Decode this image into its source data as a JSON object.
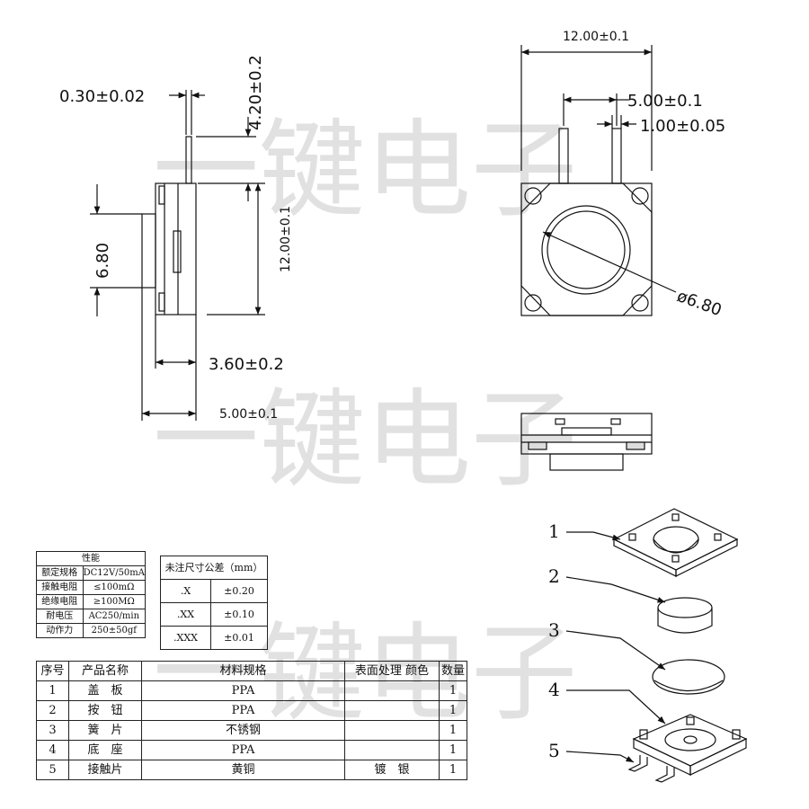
{
  "side_view": {
    "dim_pin_thickness": "0.30±0.02",
    "dim_pin_length": "4.20±0.2",
    "dim_button_width": "6.80",
    "dim_body_height": "12.00±0.1",
    "dim_body_depth": "3.60±0.2",
    "dim_total_depth": "5.00±0.1"
  },
  "top_view": {
    "dim_width": "12.00±0.1",
    "dim_pin_pitch": "5.00±0.1",
    "dim_pin_width": "1.00±0.05",
    "dim_button_diameter": "ø6.80"
  },
  "watermark": [
    "一键电子",
    "一键电子",
    "一键电子"
  ],
  "exploded": {
    "callouts": [
      "1",
      "2",
      "3",
      "4",
      "5"
    ]
  },
  "performance_table": {
    "title": "性能",
    "rows": [
      {
        "label": "额定规格",
        "value": "DC12V/50mA"
      },
      {
        "label": "接触电阻",
        "value": "≤100mΩ"
      },
      {
        "label": "绝缘电阻",
        "value": "≥100MΩ"
      },
      {
        "label": "耐电压",
        "value": "AC250/min"
      },
      {
        "label": "动作力",
        "value": "250±50gf"
      }
    ]
  },
  "tolerance_table": {
    "title": "未注尺寸公差（mm）",
    "rows": [
      {
        "digits": ".X",
        "tol": "±0.20"
      },
      {
        "digits": ".XX",
        "tol": "±0.10"
      },
      {
        "digits": ".XXX",
        "tol": "±0.01"
      }
    ]
  },
  "bom_table": {
    "headers": [
      "序号",
      "产品名称",
      "材料规格",
      "表面处理 颜色",
      "数量"
    ],
    "rows": [
      {
        "no": "1",
        "name": "盖　板",
        "material": "PPA",
        "finish": "",
        "qty": "1"
      },
      {
        "no": "2",
        "name": "按　钮",
        "material": "PPA",
        "finish": "",
        "qty": "1"
      },
      {
        "no": "3",
        "name": "簧　片",
        "material": "不锈钢",
        "finish": "",
        "qty": "1"
      },
      {
        "no": "4",
        "name": "底　座",
        "material": "PPA",
        "finish": "",
        "qty": "1"
      },
      {
        "no": "5",
        "name": "接触片",
        "material": "黄铜",
        "finish": "镀　银",
        "qty": "1"
      }
    ]
  }
}
